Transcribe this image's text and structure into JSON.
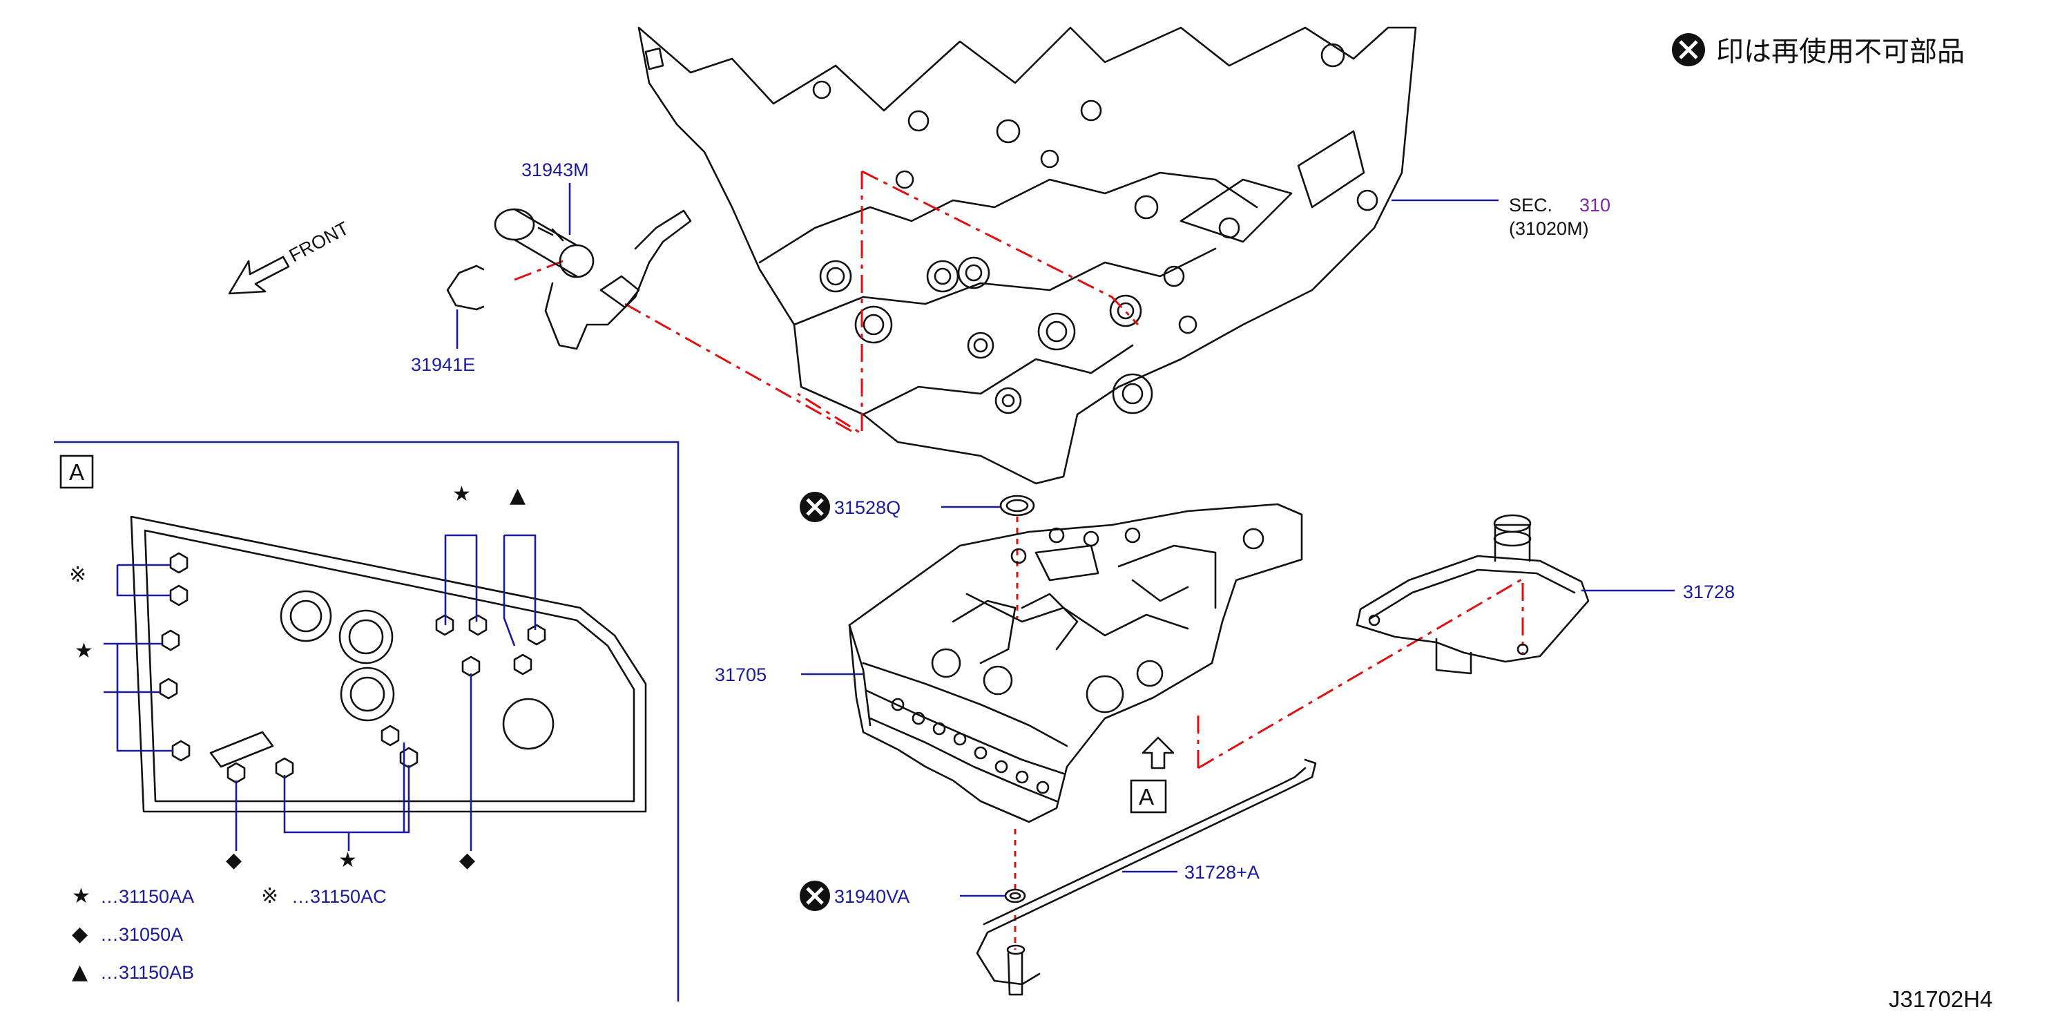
{
  "diagram": {
    "note_text": "印は再使用不可部品",
    "note_icon": "non-reusable-x-circle-icon",
    "front_label": "FRONT",
    "diagram_code": "J31702H4",
    "sec": {
      "prefix": "SEC.",
      "number": "310",
      "sub": "(31020M)"
    },
    "parts": {
      "solenoid": "31943M",
      "clip": "31941E",
      "o_ring_top": "31528Q",
      "o_ring_bottom": "31940VA",
      "control_valve": "31705",
      "oil_strainer": "31728",
      "pipe": "31728+A"
    },
    "view_label": "A",
    "legend": [
      {
        "symbol": "★",
        "text": "…31150AA"
      },
      {
        "symbol": "※",
        "text": "…31150AC"
      },
      {
        "symbol": "◆",
        "text": "…31050A"
      },
      {
        "symbol": "▲",
        "text": "…31150AB"
      }
    ],
    "colors": {
      "label_blue": "#1a1aa0",
      "leader_red": "#e01010",
      "sec_number": "#7a2aa8"
    }
  }
}
